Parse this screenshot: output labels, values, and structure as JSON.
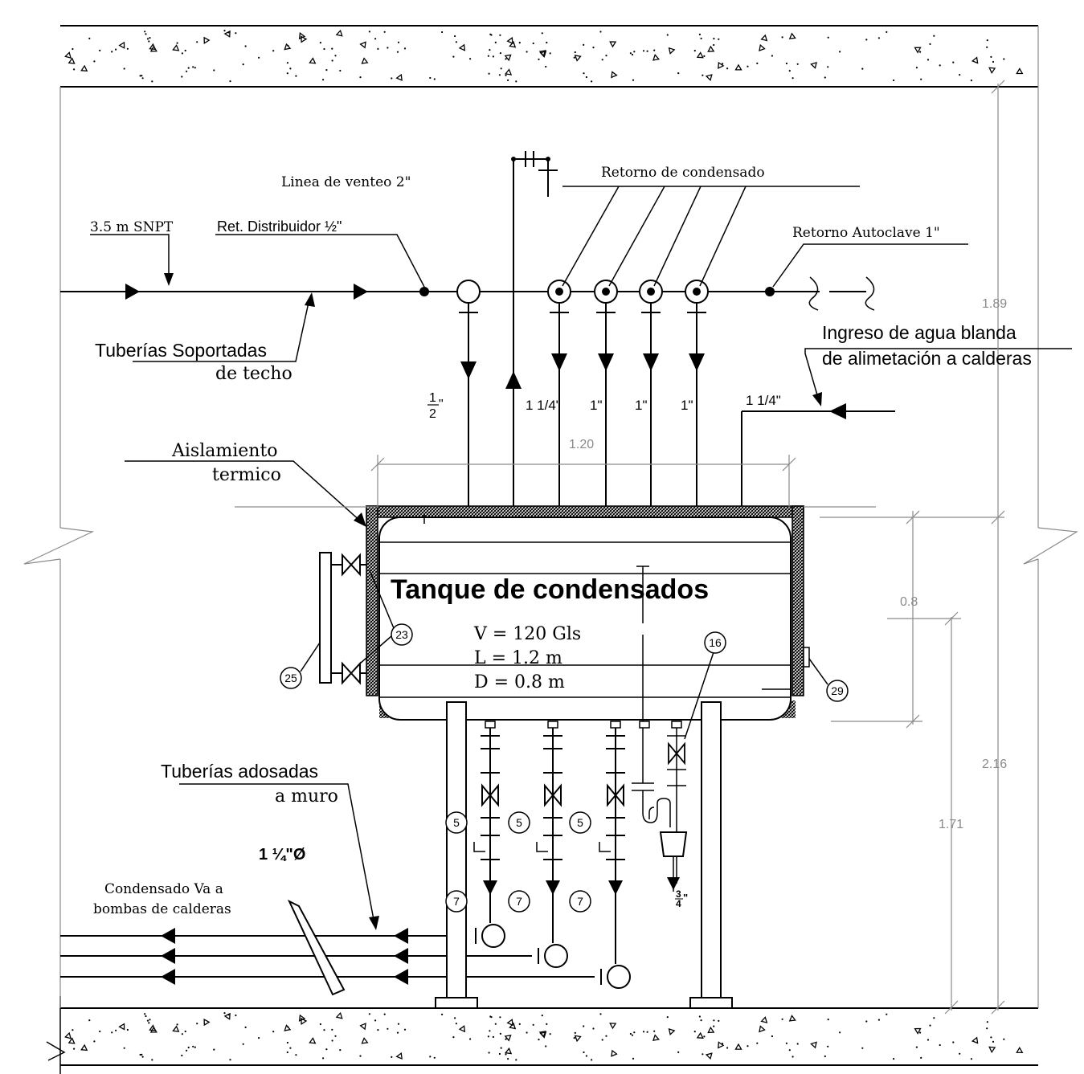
{
  "diagram": {
    "labels": {
      "snpt": "3.5 m SNPT",
      "ret_distribuidor": "Ret. Distribuidor ½\"",
      "linea_venteo": "Linea de venteo 2\"",
      "retorno_condensado": "Retorno de condensado",
      "retorno_autoclave": "Retorno Autoclave 1\"",
      "tuberias_soportadas_1": "Tuberías Soportadas",
      "tuberias_soportadas_2": "de techo",
      "ingreso_agua_1": "Ingreso de agua blanda",
      "ingreso_agua_2": "de alimetación a calderas",
      "aislamiento_1": "Aislamiento",
      "aislamiento_2": "termico",
      "tuberias_adosadas_1": "Tuberías adosadas",
      "tuberias_adosadas_2": "a muro",
      "condensado_1": "Condensado Va a",
      "condensado_2": "bombas de calderas",
      "diametro": "1 ¼\"Ø"
    },
    "tank": {
      "title": "Tanque de condensados",
      "volume": "V = 120 Gls",
      "length": "L = 1.2 m",
      "diameter": "D = 0.8 m"
    },
    "pipe_sizes": {
      "half_num": "1",
      "half_den": "2",
      "half_mark": "\"",
      "vent": "1 1/4\"",
      "r1": "1\"",
      "r2": "1\"",
      "r3": "1\"",
      "inlet": "1 1/4\"",
      "drain_num": "3",
      "drain_den": "4",
      "drain_mark": "\""
    },
    "dimensions": {
      "total_upper": "1.89",
      "tank_length": "1.20",
      "tank_diameter": "0.8",
      "total_lower": "2.16",
      "support_height": "1.71"
    },
    "callouts": [
      "23",
      "25",
      "16",
      "29",
      "5",
      "5",
      "5",
      "7",
      "7",
      "7"
    ]
  }
}
